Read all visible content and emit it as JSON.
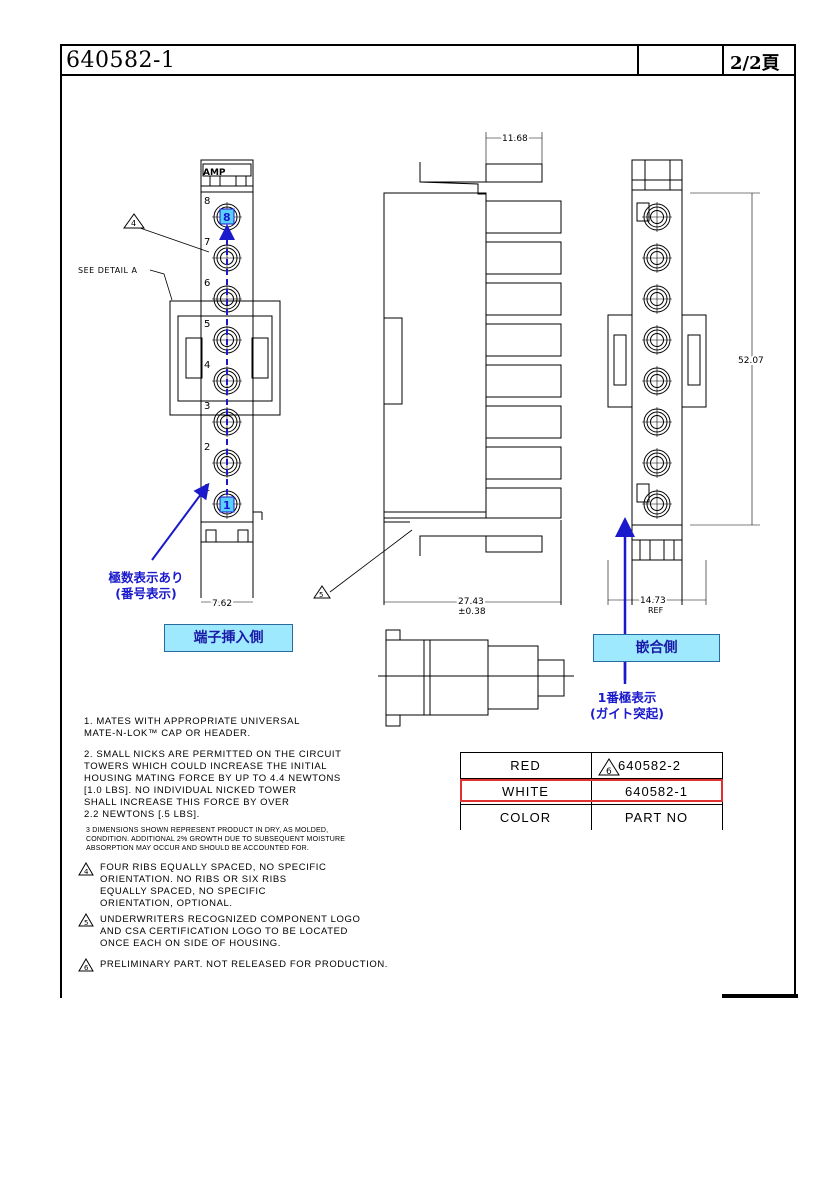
{
  "header": {
    "part_number": "640582-1",
    "page": "2/2頁"
  },
  "drawing": {
    "dim_top": "11.68",
    "dim_height": "52.07",
    "dim_pitch": "7.62",
    "dim_length": "27.43",
    "dim_length_tol": "±0.38",
    "dim_width": "14.73",
    "dim_width_ref": "REF",
    "see_detail": "SEE DETAIL A",
    "logo": "AMP",
    "flag_4": "4",
    "flag_5": "5",
    "pin_numbers": [
      "8",
      "7",
      "6",
      "5",
      "4",
      "3",
      "2",
      "1"
    ],
    "pin_first": "1",
    "pin_last": "8"
  },
  "annotations": {
    "pole_number": "極数表示あり",
    "pole_number_sub": "(番号表示)",
    "terminal_side": "端子挿入側",
    "mating_side": "嵌合側",
    "pin1_mark": "1番極表示",
    "pin1_mark_sub": "(ガイト突起)"
  },
  "notes": [
    {
      "num": "1.",
      "text": "MATES WITH APPROPRIATE UNIVERSAL\nMATE-N-LOK™ CAP OR HEADER."
    },
    {
      "num": "2.",
      "text": "SMALL NICKS ARE PERMITTED ON THE CIRCUIT\nTOWERS WHICH COULD INCREASE THE INITIAL\nHOUSING MATING FORCE BY UP TO 4.4 NEWTONS\n[1.0 LBS]. NO INDIVIDUAL NICKED TOWER\nSHALL INCREASE THIS FORCE BY OVER\n2.2 NEWTONS [.5 LBS]."
    },
    {
      "num": "3",
      "text": "DIMENSIONS SHOWN REPRESENT PRODUCT IN DRY, AS MOLDED,\nCONDITION. ADDITIONAL 2% GROWTH DUE TO SUBSEQUENT MOISTURE\nABSORPTION MAY OCCUR AND SHOULD BE ACCOUNTED FOR."
    },
    {
      "num": "4",
      "text": "FOUR RIBS EQUALLY SPACED, NO SPECIFIC\nORIENTATION. NO RIBS OR SIX RIBS\nEQUALLY SPACED, NO SPECIFIC\nORIENTATION, OPTIONAL."
    },
    {
      "num": "5",
      "text": "UNDERWRITERS RECOGNIZED COMPONENT LOGO\nAND CSA CERTIFICATION LOGO TO BE LOCATED\nONCE EACH ON SIDE OF HOUSING."
    },
    {
      "num": "6",
      "text": "PRELIMINARY PART. NOT RELEASED FOR PRODUCTION."
    }
  ],
  "table": {
    "rows": [
      {
        "color": "RED",
        "flag": "6",
        "part": "640582-2"
      },
      {
        "color": "WHITE",
        "flag": "",
        "part": "640582-1"
      },
      {
        "color": "COLOR",
        "flag": "",
        "part": "PART NO"
      }
    ],
    "highlight_color": "#e03030"
  },
  "colors": {
    "blue_arrow": "#1a1acc",
    "label_bg": "#9fe9ff"
  }
}
